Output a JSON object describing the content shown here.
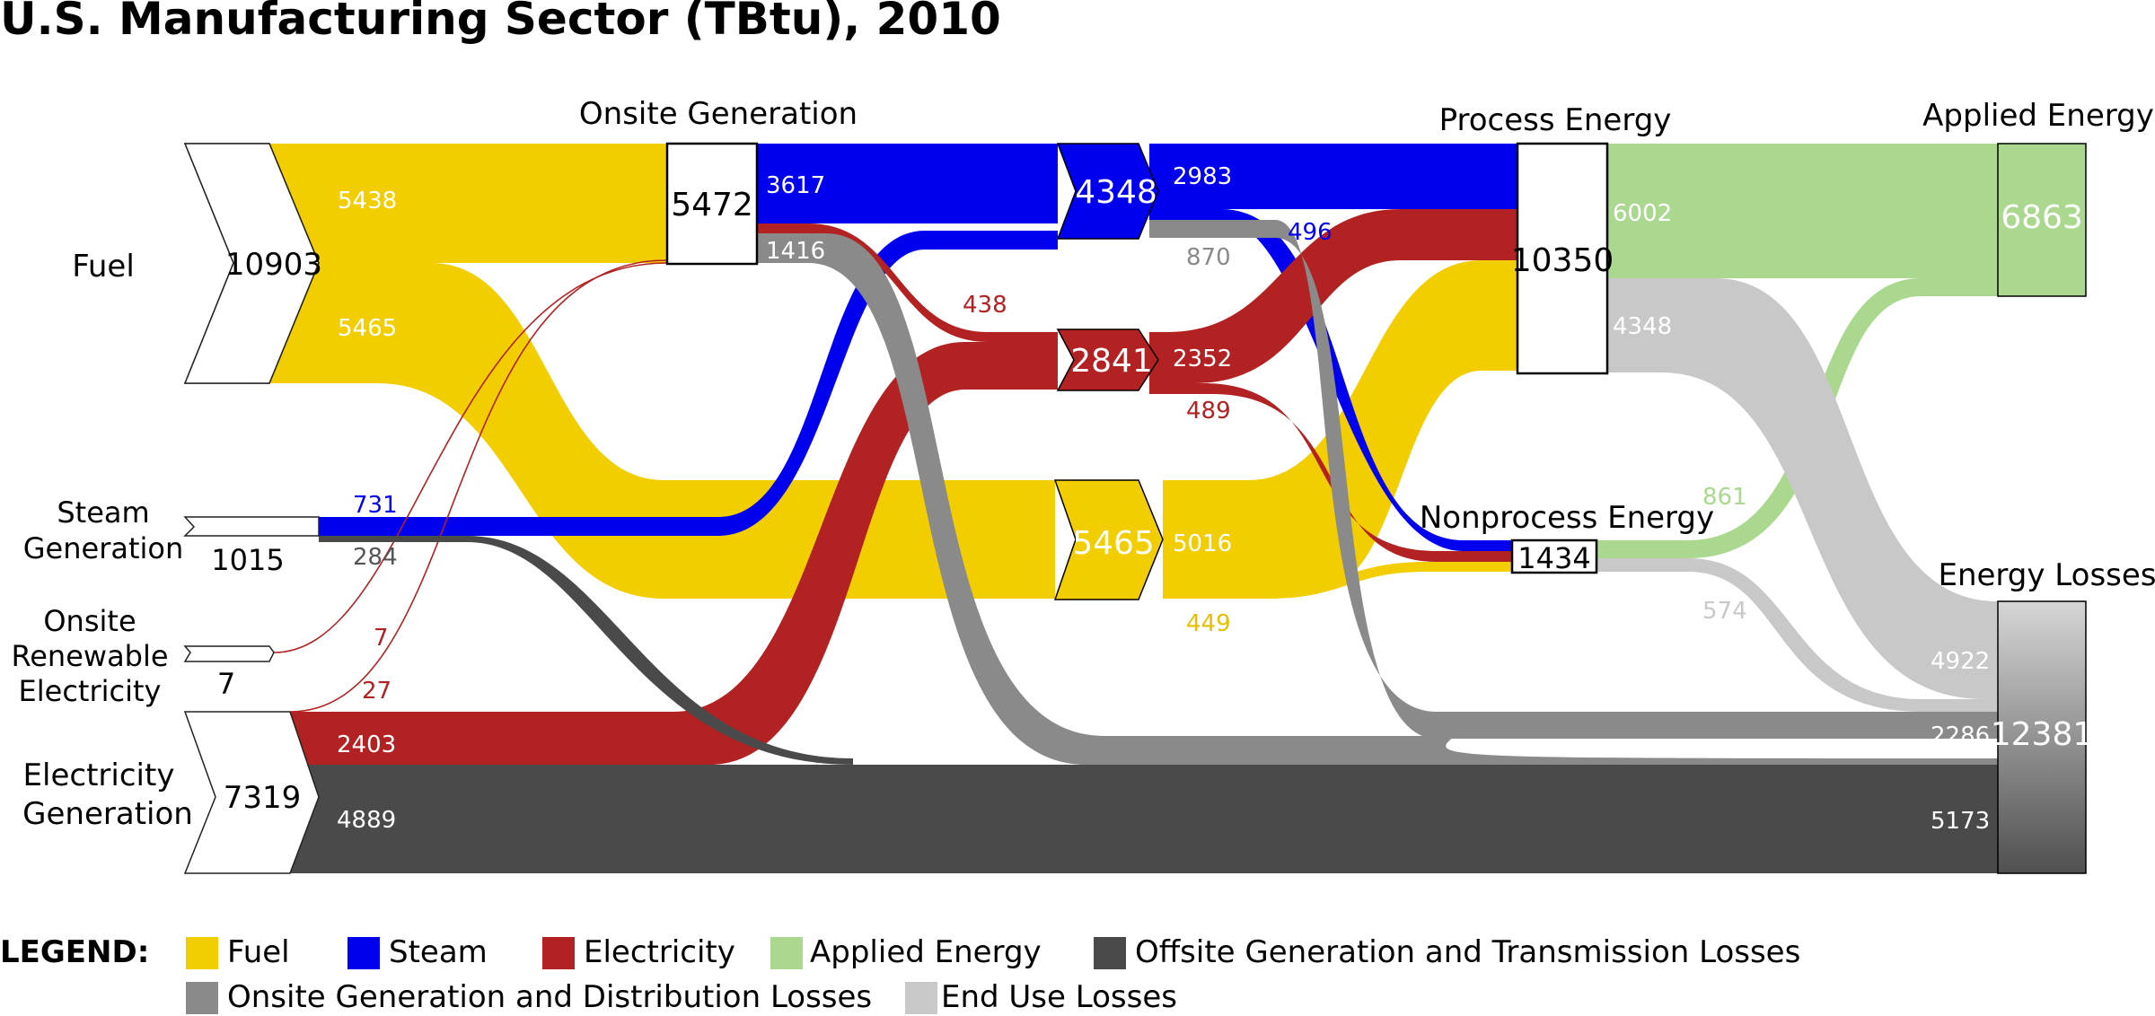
{
  "title": "U.S. Manufacturing Sector (TBtu), 2010",
  "colors": {
    "fuel": "#f2cd00",
    "steam": "#0000ee",
    "electricity": "#b22222",
    "applied": "#aad88e",
    "offsite_losses": "#4a4a4a",
    "onsite_losses": "#8a8a8a",
    "end_use_losses": "#c8c8c8"
  },
  "nodes": {
    "fuel": {
      "label": "Fuel",
      "value": "10903"
    },
    "steam_gen": {
      "label_1": "Steam",
      "label_2": "Generation",
      "value": "1015"
    },
    "renewable": {
      "label_1": "Onsite",
      "label_2": "Renewable",
      "label_3": "Electricity",
      "value": "7"
    },
    "elec_gen": {
      "label_1": "Electricity",
      "label_2": "Generation",
      "value": "7319"
    },
    "onsite_gen": {
      "label": "Onsite Generation",
      "value": "5472"
    },
    "steam_hub": {
      "value": "4348"
    },
    "elec_hub": {
      "value": "2841"
    },
    "fuel_hub": {
      "value": "5465"
    },
    "process": {
      "label": "Process Energy",
      "value": "10350"
    },
    "nonprocess": {
      "label": "Nonprocess Energy",
      "value": "1434"
    },
    "applied": {
      "label": "Applied Energy",
      "value": "6863"
    },
    "losses": {
      "label": "Energy Losses",
      "value": "12381"
    }
  },
  "flow_labels": {
    "fuel_to_onsite": "5438",
    "fuel_to_hub": "5465",
    "steam_gen_steam": "731",
    "steam_gen_loss": "284",
    "renewable_a": "7",
    "renewable_b": "27",
    "grid_electricity": "2403",
    "offsite_loss": "4889",
    "onsite_steam": "3617",
    "onsite_loss": "1416",
    "onsite_elec": "438",
    "steam_process": "2983",
    "steam_loss": "870",
    "steam_nonprocess": "496",
    "elec_process": "2352",
    "elec_nonprocess": "489",
    "fuel_process": "5016",
    "fuel_nonprocess": "449",
    "process_applied": "6002",
    "process_loss": "4348",
    "nonprocess_applied": "861",
    "nonprocess_loss": "574",
    "loss_end_use": "4922",
    "loss_onsite": "2286",
    "loss_offsite": "5173"
  },
  "legend": {
    "heading": "LEGEND:",
    "fuel": "Fuel",
    "steam": "Steam",
    "electricity": "Electricity",
    "applied": "Applied Energy",
    "offsite": "Offsite Generation and Transmission Losses",
    "onsite": "Onsite Generation and Distribution Losses",
    "end_use": "End Use Losses"
  }
}
